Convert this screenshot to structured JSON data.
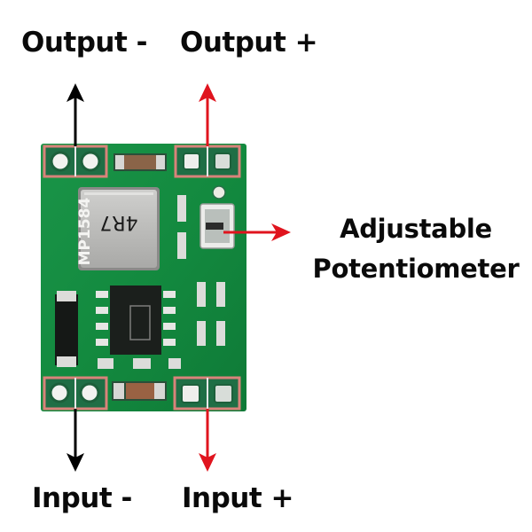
{
  "diagram": {
    "title": "MP1584 buck converter module pinout",
    "labels": {
      "output_negative": "Output -",
      "output_positive": "Output +",
      "input_negative": "Input -",
      "input_positive": "Input +",
      "potentiometer_line1": "Adjustable",
      "potentiometer_line2": "Potentiometer"
    },
    "board_markings": {
      "chip_label": "MP1584",
      "inductor_label": "4R7"
    },
    "colors": {
      "negative_arrow": "#000000",
      "positive_arrow": "#e0141e",
      "pcb_green": "#14873f",
      "pad_outline": "#d9837a",
      "inductor": "#b5b5b3",
      "text": "#0a0a0a"
    }
  }
}
